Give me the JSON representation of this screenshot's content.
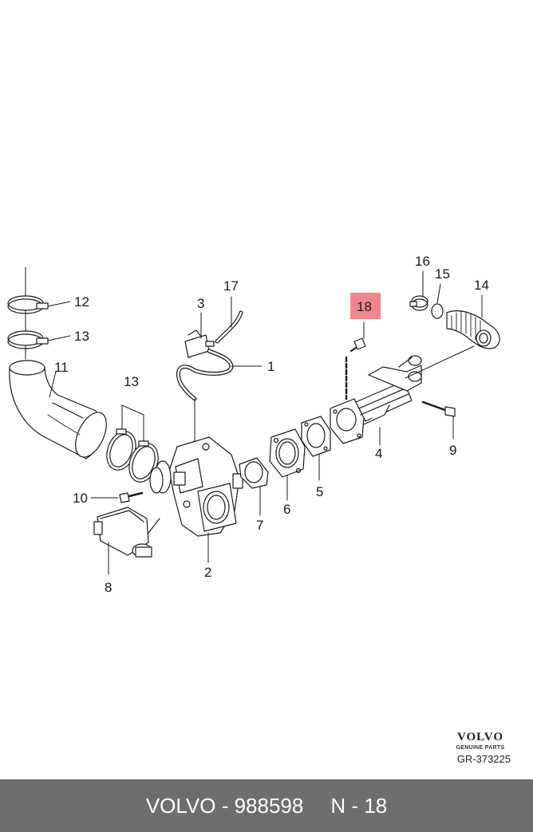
{
  "diagram": {
    "callouts": [
      "1",
      "2",
      "3",
      "4",
      "5",
      "6",
      "7",
      "8",
      "9",
      "10",
      "11",
      "12",
      "13",
      "13",
      "14",
      "15",
      "16",
      "17"
    ],
    "highlighted_callout": "18",
    "highlight_color": "#f2868c"
  },
  "brand": {
    "logo": "VOLVO",
    "subtitle": "GENUINE PARTS",
    "reference": "GR-373225"
  },
  "footer": {
    "part_text": "VOLVO - 988598",
    "position_text": "N - 18"
  }
}
